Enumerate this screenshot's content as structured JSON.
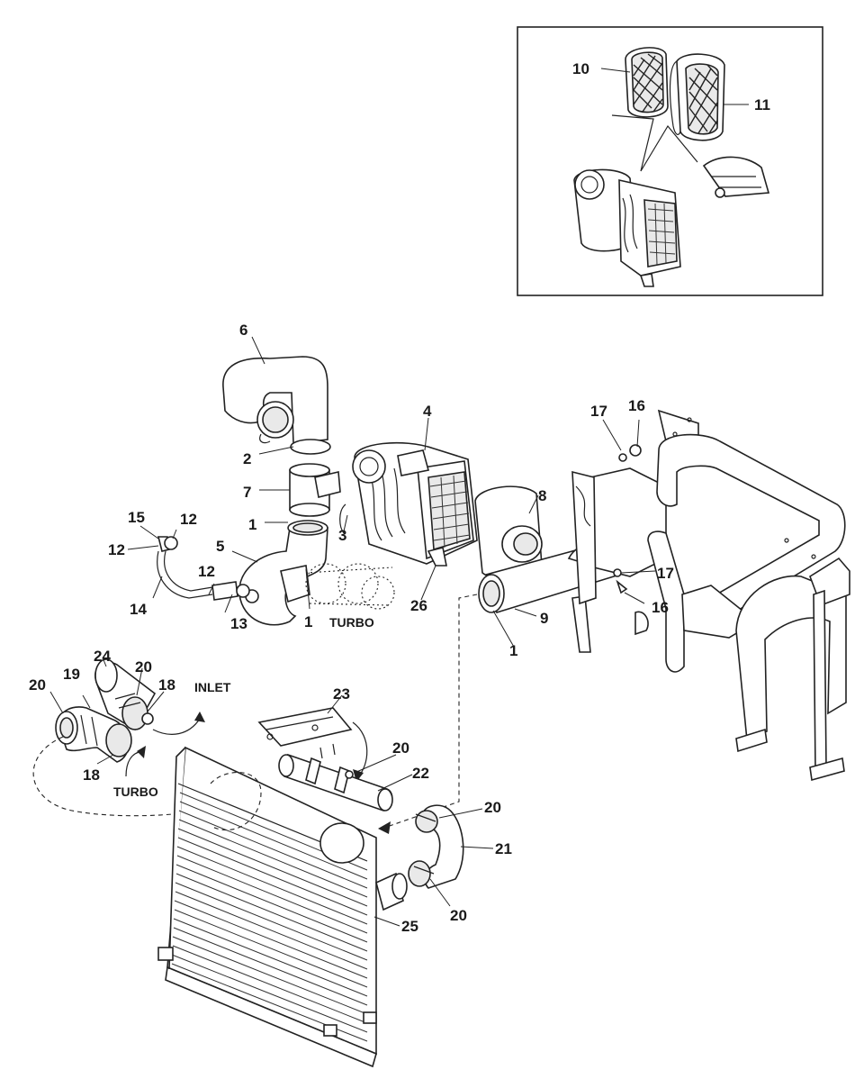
{
  "callouts": {
    "c1a": "1",
    "c1b": "1",
    "c1c": "1",
    "c2": "2",
    "c3": "3",
    "c4": "4",
    "c5": "5",
    "c6": "6",
    "c7": "7",
    "c8": "8",
    "c9": "9",
    "c10": "10",
    "c11": "11",
    "c12a": "12",
    "c12b": "12",
    "c12c": "12",
    "c13": "13",
    "c14": "14",
    "c15": "15",
    "c16a": "16",
    "c16b": "16",
    "c17a": "17",
    "c17b": "17",
    "c18a": "18",
    "c18b": "18",
    "c19": "19",
    "c20a": "20",
    "c20b": "20",
    "c20c": "20",
    "c20d": "20",
    "c20e": "20",
    "c21": "21",
    "c22": "22",
    "c23": "23",
    "c24": "24",
    "c25": "25",
    "c26": "26"
  },
  "text_labels": {
    "turbo_upper": "TURBO",
    "turbo_lower": "TURBO",
    "inlet": "INLET"
  }
}
